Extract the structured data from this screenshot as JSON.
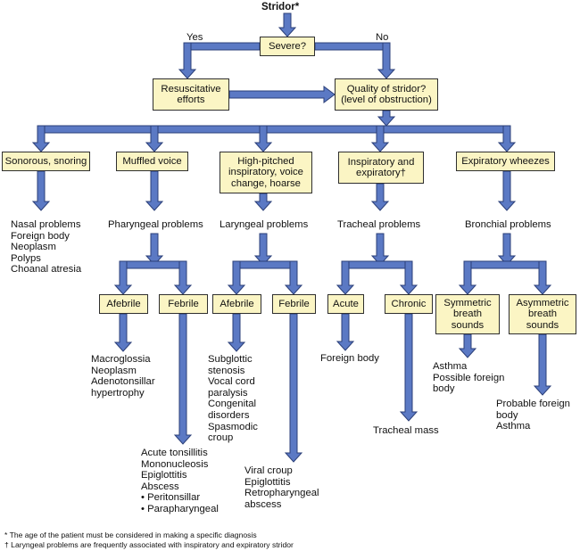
{
  "title": "Stridor*",
  "branch": {
    "yes": "Yes",
    "no": "No"
  },
  "boxes": {
    "severe": "Severe?",
    "resuscitative": "Resuscitative\nefforts",
    "quality": "Quality of stridor?\n(level of obstruction)",
    "sonorous": "Sonorous, snoring",
    "muffled": "Muffled voice",
    "high_pitched": "High-pitched\ninspiratory, voice\nchange, hoarse",
    "insp_exp": "Inspiratory and\nexpiratory†",
    "expiratory": "Expiratory wheezes",
    "phar_afebrile": "Afebrile",
    "phar_febrile": "Febrile",
    "lar_afebrile": "Afebrile",
    "lar_febrile": "Febrile",
    "acute": "Acute",
    "chronic": "Chronic",
    "symmetric": "Symmetric\nbreath\nsounds",
    "asymmetric": "Asymmetric\nbreath\nsounds"
  },
  "problems": {
    "nasal": "Nasal problems\nForeign body\nNeoplasm\nPolyps\nChoanal atresia",
    "pharyngeal": "Pharyngeal problems",
    "laryngeal": "Laryngeal problems",
    "tracheal": "Tracheal problems",
    "bronchial": "Bronchial problems"
  },
  "outcomes": {
    "phar_afebrile": "Macroglossia\nNeoplasm\nAdenotonsillar\n    hypertrophy",
    "phar_febrile": "Acute tonsillitis\nMononucleosis\nEpiglottitis\nAbscess\n• Peritonsillar\n• Parapharyngeal",
    "lar_afebrile": "Subglottic\n    stenosis\nVocal cord\n    paralysis\nCongenital\n    disorders\nSpasmodic\n    croup",
    "lar_febrile": "Viral croup\nEpiglottitis\nRetropharyngeal\n    abscess",
    "acute": "Foreign body",
    "chronic": "Tracheal mass",
    "symmetric": "Asthma\nPossible foreign\n      body",
    "asymmetric": "Probable foreign\n         body\nAsthma"
  },
  "footnotes": [
    "* The age of the patient must be considered in making a specific diagnosis",
    "† Laryngeal problems are frequently associated with inspiratory and expiratory stridor"
  ],
  "colors": {
    "arrow": "#5b79c4",
    "arrow_outline": "#2b3f78",
    "box_fill": "#fbf5c4"
  }
}
